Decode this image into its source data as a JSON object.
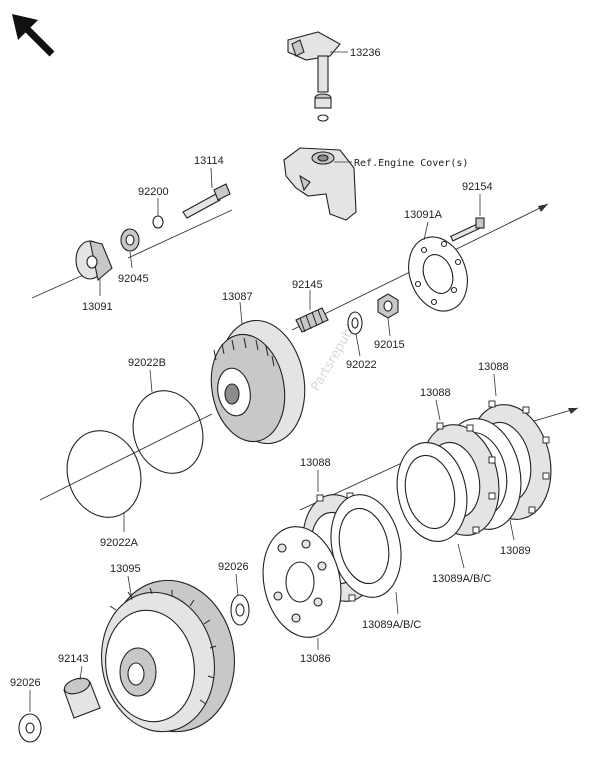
{
  "watermark": "Partsrepublik",
  "parts": [
    {
      "id": "13236",
      "label": "13236"
    },
    {
      "id": "ref",
      "label": "Ref.Engine Cover(s)"
    },
    {
      "id": "13114",
      "label": "13114"
    },
    {
      "id": "92200",
      "label": "92200"
    },
    {
      "id": "92154",
      "label": "92154"
    },
    {
      "id": "13091A",
      "label": "13091A"
    },
    {
      "id": "92045",
      "label": "92045"
    },
    {
      "id": "13091",
      "label": "13091"
    },
    {
      "id": "13087",
      "label": "13087"
    },
    {
      "id": "92145",
      "label": "92145"
    },
    {
      "id": "92015",
      "label": "92015"
    },
    {
      "id": "92022",
      "label": "92022"
    },
    {
      "id": "92022B",
      "label": "92022B"
    },
    {
      "id": "13088a",
      "label": "13088"
    },
    {
      "id": "13088b",
      "label": "13088"
    },
    {
      "id": "13088c",
      "label": "13088"
    },
    {
      "id": "13089",
      "label": "13089"
    },
    {
      "id": "13089ABC1",
      "label": "13089A/B/C"
    },
    {
      "id": "13089ABC2",
      "label": "13089A/B/C"
    },
    {
      "id": "92022A",
      "label": "92022A"
    },
    {
      "id": "13095",
      "label": "13095"
    },
    {
      "id": "92026a",
      "label": "92026"
    },
    {
      "id": "92026b",
      "label": "92026"
    },
    {
      "id": "92143",
      "label": "92143"
    },
    {
      "id": "13086",
      "label": "13086"
    }
  ]
}
